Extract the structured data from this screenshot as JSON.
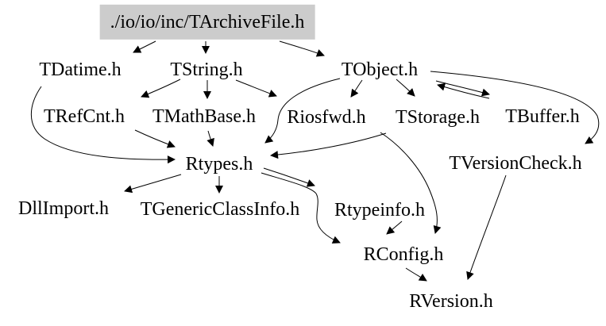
{
  "diagram": {
    "type": "include-dependency-graph",
    "background_color": "#ffffff",
    "edge_color": "#000000",
    "text_color": "#000000",
    "highlight_color": "#cccccc",
    "nodes": [
      {
        "id": "tarchivefile",
        "label": "./io/io/inc/TArchiveFile.h",
        "highlighted": true
      },
      {
        "id": "tdatime",
        "label": "TDatime.h",
        "highlighted": false
      },
      {
        "id": "tstring",
        "label": "TString.h",
        "highlighted": false
      },
      {
        "id": "tobject",
        "label": "TObject.h",
        "highlighted": false
      },
      {
        "id": "trefcnt",
        "label": "TRefCnt.h",
        "highlighted": false
      },
      {
        "id": "tmathbase",
        "label": "TMathBase.h",
        "highlighted": false
      },
      {
        "id": "riosfwd",
        "label": "Riosfwd.h",
        "highlighted": false
      },
      {
        "id": "tstorage",
        "label": "TStorage.h",
        "highlighted": false
      },
      {
        "id": "tbuffer",
        "label": "TBuffer.h",
        "highlighted": false
      },
      {
        "id": "rtypes",
        "label": "Rtypes.h",
        "highlighted": false
      },
      {
        "id": "tversioncheck",
        "label": "TVersionCheck.h",
        "highlighted": false
      },
      {
        "id": "dllimport",
        "label": "DllImport.h",
        "highlighted": false
      },
      {
        "id": "tgenericclassinfo",
        "label": "TGenericClassInfo.h",
        "highlighted": false
      },
      {
        "id": "rtypeinfo",
        "label": "Rtypeinfo.h",
        "highlighted": false
      },
      {
        "id": "rconfig",
        "label": "RConfig.h",
        "highlighted": false
      },
      {
        "id": "rversion",
        "label": "RVersion.h",
        "highlighted": false
      }
    ],
    "edges": [
      {
        "from": "tarchivefile",
        "to": "tdatime"
      },
      {
        "from": "tarchivefile",
        "to": "tstring"
      },
      {
        "from": "tarchivefile",
        "to": "tobject"
      },
      {
        "from": "tstring",
        "to": "trefcnt"
      },
      {
        "from": "tstring",
        "to": "tmathbase"
      },
      {
        "from": "tstring",
        "to": "riosfwd"
      },
      {
        "from": "tobject",
        "to": "riosfwd"
      },
      {
        "from": "tobject",
        "to": "tstorage"
      },
      {
        "from": "tobject",
        "to": "tbuffer"
      },
      {
        "from": "tbuffer",
        "to": "tobject"
      },
      {
        "from": "tobject",
        "to": "tversioncheck"
      },
      {
        "from": "tobject",
        "to": "rtypes"
      },
      {
        "from": "tdatime",
        "to": "rtypes"
      },
      {
        "from": "trefcnt",
        "to": "rtypes"
      },
      {
        "from": "tmathbase",
        "to": "rtypes"
      },
      {
        "from": "tstorage",
        "to": "rtypes"
      },
      {
        "from": "rtypes",
        "to": "dllimport"
      },
      {
        "from": "rtypes",
        "to": "tgenericclassinfo"
      },
      {
        "from": "rtypes",
        "to": "rtypeinfo"
      },
      {
        "from": "rtypes",
        "to": "rconfig"
      },
      {
        "from": "rtypeinfo",
        "to": "rconfig"
      },
      {
        "from": "riosfwd",
        "to": "rconfig"
      },
      {
        "from": "rconfig",
        "to": "rversion"
      },
      {
        "from": "tversioncheck",
        "to": "rversion"
      }
    ]
  }
}
